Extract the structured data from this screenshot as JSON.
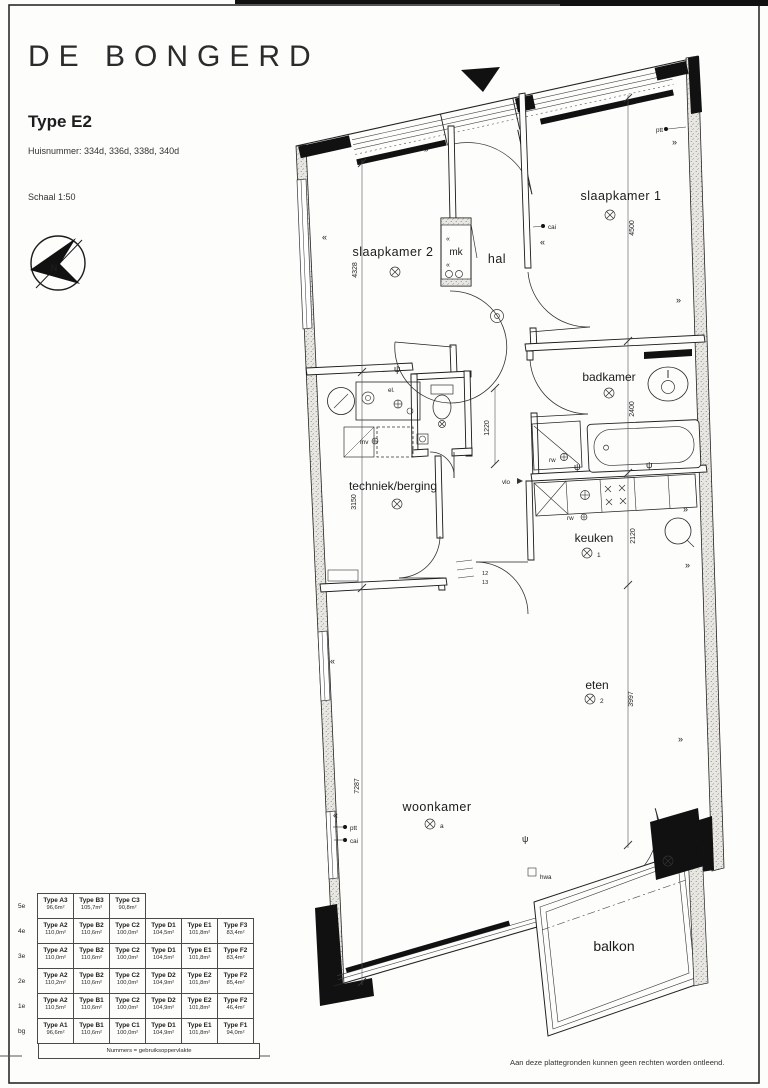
{
  "header": {
    "project_title": "DE BONGERD",
    "plan_type": "Type E2",
    "huisnummers": "Huisnummer: 334d, 336d, 338d, 340d",
    "scale": "Schaal 1:50"
  },
  "north_arrow": {
    "label": "N"
  },
  "plan": {
    "rooms": {
      "slaapkamer1": "slaapkamer 1",
      "slaapkamer2": "slaapkamer 2",
      "hal": "hal",
      "mk": "mk",
      "badkamer": "badkamer",
      "techniek": "techniek/berging",
      "keuken": "keuken",
      "eten": "eten",
      "woonkamer": "woonkamer",
      "balkon": "balkon"
    },
    "room_light_ids": {
      "keuken": "1",
      "eten": "2",
      "woonkamer": "a"
    },
    "dimensions_mm": {
      "slaapkamer2_depth": "4328",
      "slaapkamer1_depth": "4500",
      "badkamer_depth": "2400",
      "hal_width": "1220",
      "techniek_depth": "3150",
      "keuken_depth": "2120",
      "eten_depth": "3997",
      "woonkamer_depth": "7287"
    },
    "utility_labels": {
      "ptt": "ptt",
      "cai": "cai",
      "vlo": "vlo",
      "hwa": "hwa",
      "rw": "rw",
      "mv": "mv",
      "el": "el.",
      "step_upper": "12",
      "step_lower": "13"
    },
    "icons": {
      "vent_left": "«",
      "vent_right": "»",
      "tap": "ψ"
    }
  },
  "legend_table": {
    "floors": [
      "5e",
      "4e",
      "3e",
      "2e",
      "1e",
      "bg"
    ],
    "rows": [
      {
        "cells": [
          {
            "type": "Type A3",
            "area": "96,6m²"
          },
          {
            "type": "Type B3",
            "area": "105,7m²"
          },
          {
            "type": "Type C3",
            "area": "90,8m²"
          },
          null,
          null,
          null
        ]
      },
      {
        "cells": [
          {
            "type": "Type A2",
            "area": "110,0m²"
          },
          {
            "type": "Type B2",
            "area": "110,6m²"
          },
          {
            "type": "Type C2",
            "area": "100,0m²"
          },
          {
            "type": "Type D1",
            "area": "104,5m²"
          },
          {
            "type": "Type E1",
            "area": "101,8m²"
          },
          {
            "type": "Type F3",
            "area": "83,4m²"
          }
        ]
      },
      {
        "cells": [
          {
            "type": "Type A2",
            "area": "110,0m²"
          },
          {
            "type": "Type B2",
            "area": "110,6m²"
          },
          {
            "type": "Type C2",
            "area": "100,0m²"
          },
          {
            "type": "Type D1",
            "area": "104,5m²"
          },
          {
            "type": "Type E1",
            "area": "101,8m²"
          },
          {
            "type": "Type F2",
            "area": "83,4m²"
          }
        ]
      },
      {
        "cells": [
          {
            "type": "Type A2",
            "area": "110,2m²"
          },
          {
            "type": "Type B2",
            "area": "110,6m²"
          },
          {
            "type": "Type C2",
            "area": "100,0m²"
          },
          {
            "type": "Type D2",
            "area": "104,9m²"
          },
          {
            "type": "Type E2",
            "area": "101,8m²"
          },
          {
            "type": "Type F2",
            "area": "85,4m²"
          }
        ]
      },
      {
        "cells": [
          {
            "type": "Type A2",
            "area": "110,5m²"
          },
          {
            "type": "Type B1",
            "area": "110,6m²"
          },
          {
            "type": "Type C2",
            "area": "100,0m²"
          },
          {
            "type": "Type D2",
            "area": "104,9m²"
          },
          {
            "type": "Type E2",
            "area": "101,8m²"
          },
          {
            "type": "Type F2",
            "area": "46,4m²"
          }
        ]
      },
      {
        "cells": [
          {
            "type": "Type A1",
            "area": "96,6m²"
          },
          {
            "type": "Type B1",
            "area": "110,6m²"
          },
          {
            "type": "Type C1",
            "area": "100,0m²"
          },
          {
            "type": "Type D1",
            "area": "104,9m²"
          },
          {
            "type": "Type E1",
            "area": "101,8m²"
          },
          {
            "type": "Type F1",
            "area": "94,0m²"
          }
        ]
      }
    ],
    "footer": "Nummers = gebruiksoppervlakte"
  },
  "disclaimer": "Aan deze plattegronden kunnen geen rechten worden ontleend."
}
